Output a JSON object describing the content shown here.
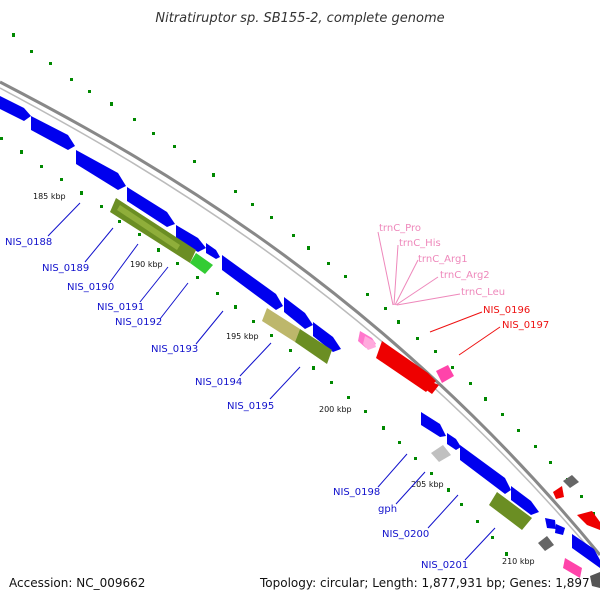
{
  "title": "Nitratiruptor sp. SB155-2, complete genome",
  "footer": {
    "accession": "Accession: NC_009662",
    "topology": "Topology: circular; Length: 1,877,931 bp; Genes: 1,897"
  },
  "colors": {
    "cds": "#0000ee",
    "backbone": "#888888",
    "olive": "#6b8e23",
    "khaki": "#bdb76b",
    "green": "#33cc33",
    "red": "#ee0000",
    "pink": "#ff44aa",
    "grey": "#666666",
    "tick": "#008800"
  },
  "kbp_labels": [
    "185 kbp",
    "190 kbp",
    "195 kbp",
    "200 kbp",
    "205 kbp",
    "210 kbp"
  ],
  "gene_labels": [
    "NIS_0188",
    "NIS_0189",
    "NIS_0190",
    "NIS_0191",
    "NIS_0192",
    "NIS_0193",
    "NIS_0194",
    "NIS_0195",
    "NIS_0198",
    "gph",
    "NIS_0200",
    "NIS_0201"
  ],
  "rna_labels": [
    "trnC_Pro",
    "trnC_His",
    "trnC_Arg1",
    "trnC_Arg2",
    "trnC_Leu"
  ],
  "red_labels": [
    "NIS_0196",
    "NIS_0197"
  ]
}
